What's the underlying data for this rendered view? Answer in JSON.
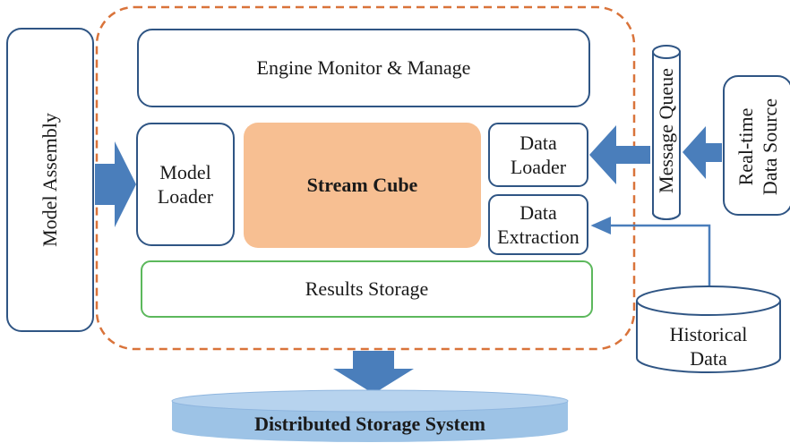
{
  "diagram": {
    "engine_monitor": "Engine Monitor & Manage",
    "model_assembly": "Model Assembly",
    "model_loader": "Model\nLoader",
    "stream_cube": "Stream Cube",
    "data_loader": "Data\nLoader",
    "data_extraction": "Data\nExtraction",
    "message_queue": "Message Queue",
    "realtime_source": "Real-time\nData Source",
    "results_storage": "Results Storage",
    "historical_data": "Historical\nData",
    "distributed_storage": "Distributed Storage System"
  },
  "colors": {
    "box_border": "#2f5584",
    "arrow_fill": "#4a7ebb",
    "dashed_border": "#d9733a",
    "stream_cube_fill": "#f7bf92",
    "results_border": "#5cb85c",
    "storage_fill": "#9dc3e6"
  }
}
